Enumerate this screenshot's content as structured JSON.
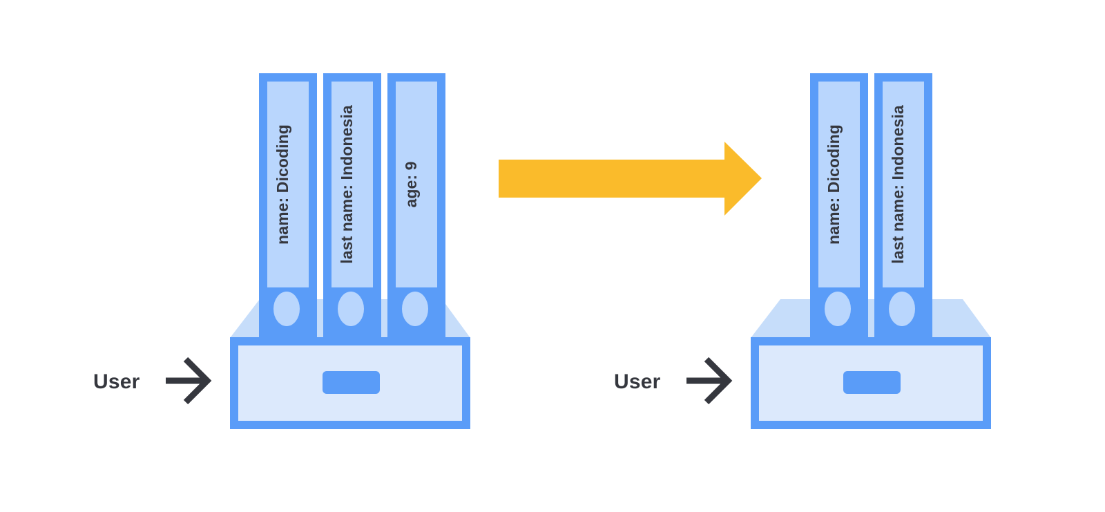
{
  "diagram": {
    "title": "Object property deletion illustration",
    "background_color": "#ffffff",
    "palette": {
      "binder_blue": "#5a9cf8",
      "binder_light": "#b9d6fd",
      "drawer_fill": "#dce9fc",
      "drawer_border": "#5a9cf8",
      "tray_shadow": "#c6ddfa",
      "arrow_yellow": "#fabb2b",
      "text_dark": "#35373e"
    }
  },
  "left_group": {
    "name": "before-state",
    "user_label": "User",
    "arrow_icon": "arrow-right-icon",
    "drawer": {
      "name": "file-drawer",
      "handle": "drawer-handle"
    },
    "binders": [
      {
        "label": "name: Dicoding",
        "ring": "binder-ring-hole"
      },
      {
        "label": "last name: Indonesia",
        "ring": "binder-ring-hole"
      },
      {
        "label": "age: 9",
        "ring": "binder-ring-hole"
      }
    ]
  },
  "transition": {
    "name": "transition-arrow",
    "icon": "thick-arrow-right-icon",
    "color": "#fabb2b"
  },
  "right_group": {
    "name": "after-state",
    "user_label": "User",
    "arrow_icon": "arrow-right-icon",
    "drawer": {
      "name": "file-drawer",
      "handle": "drawer-handle"
    },
    "binders": [
      {
        "label": "name: Dicoding",
        "ring": "binder-ring-hole"
      },
      {
        "label": "last name: Indonesia",
        "ring": "binder-ring-hole"
      }
    ]
  }
}
